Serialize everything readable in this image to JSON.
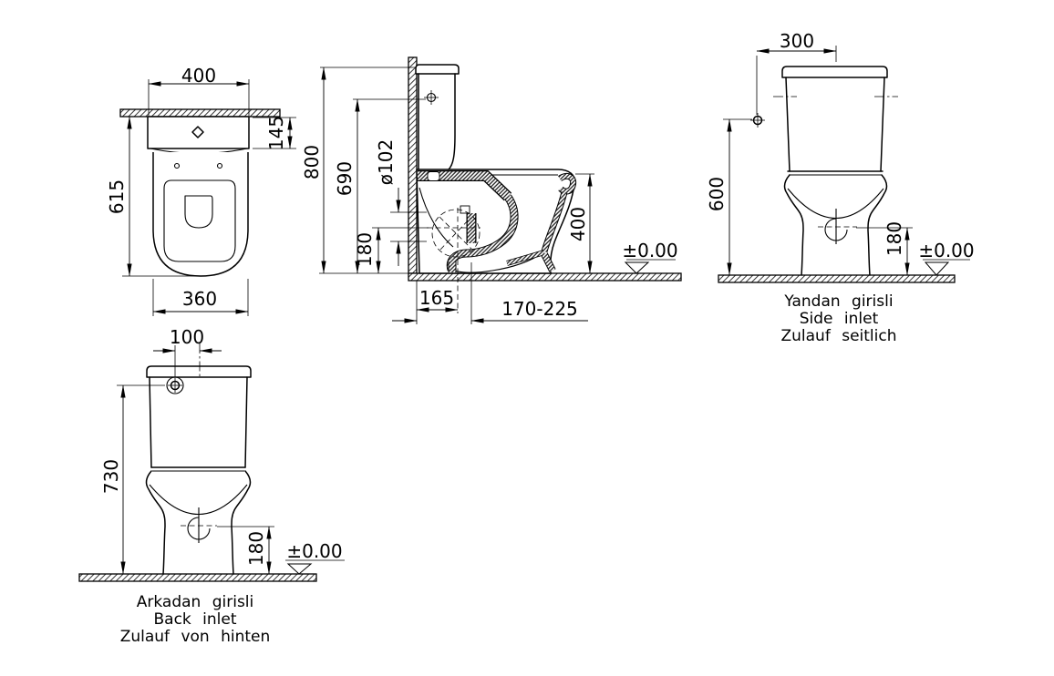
{
  "colors": {
    "ink": "#000000",
    "paper": "#ffffff"
  },
  "plan_view": {
    "dims": {
      "cistern_width": "400",
      "cistern_depth": "145",
      "bowl_depth": "615",
      "bowl_width": "360"
    }
  },
  "section_view": {
    "dims": {
      "total_height": "800",
      "inlet_height": "690",
      "outlet_diameter": "ø102",
      "outlet_axis_height": "180",
      "rim_height": "400",
      "wall_to_outlet": "165",
      "outlet_range": "170-225",
      "floor_level": "±0.00"
    }
  },
  "side_inlet_view": {
    "caption": {
      "line1": "Yandan girisli",
      "line2": "Side inlet",
      "line3": "Zulauf seitlich"
    },
    "dims": {
      "inlet_offset": "300",
      "inlet_height": "600",
      "drain_axis_height": "180",
      "floor_level": "±0.00"
    }
  },
  "back_inlet_view": {
    "caption": {
      "line1": "Arkadan girisli",
      "line2": "Back inlet",
      "line3": "Zulauf von hinten"
    },
    "dims": {
      "inlet_offset": "100",
      "inlet_height": "730",
      "drain_axis_height": "180",
      "floor_level": "±0.00"
    }
  }
}
